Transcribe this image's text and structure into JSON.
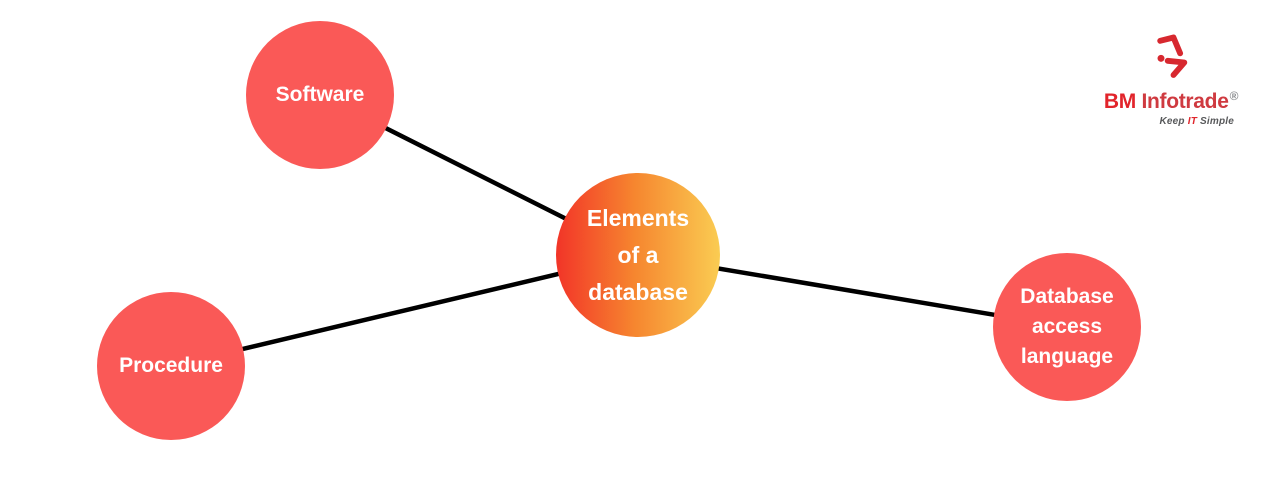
{
  "diagram": {
    "title": "Elements of a database",
    "center_node": {
      "id": "elements-of-a-database",
      "lines": [
        "Elements",
        "of a",
        "database"
      ],
      "text_color": "#ffffff",
      "gradient": [
        "#f23428",
        "#f6862f",
        "#facc52"
      ]
    },
    "nodes": [
      {
        "id": "software",
        "label": "Software"
      },
      {
        "id": "procedure",
        "label": "Procedure"
      },
      {
        "id": "database-access-language",
        "lines": [
          "Database",
          "access",
          "language"
        ]
      }
    ],
    "node_color": "#fa5957",
    "node_text_color": "#ffffff",
    "edge_color": "#000000",
    "edges": [
      {
        "from": "software",
        "to": "elements-of-a-database"
      },
      {
        "from": "procedure",
        "to": "elements-of-a-database"
      },
      {
        "from": "elements-of-a-database",
        "to": "database-access-language"
      }
    ]
  },
  "logo": {
    "brand_first": "BM",
    "brand_rest": " Infotrade",
    "registered": "®",
    "tagline": {
      "word1": "Keep",
      "word2": "IT",
      "word3": "Simple"
    },
    "colors": {
      "brand_red": "#e2242b",
      "brand_dark_red": "#cf3a40",
      "tagline_gray": "#58595b",
      "mark_red": "#d7282f"
    }
  }
}
